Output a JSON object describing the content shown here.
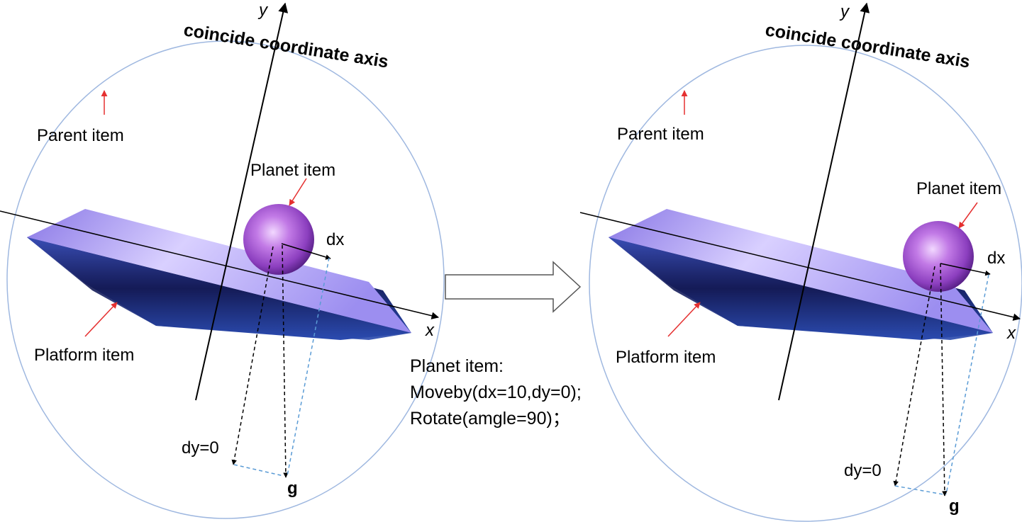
{
  "left_panel": {
    "axis_title": "coincide coordinate axis",
    "y_axis": "y",
    "x_axis": "x",
    "parent_label": "Parent item",
    "planet_label": "Planet item",
    "platform_label": "Platform item",
    "dx_label": "dx",
    "dy_label": "dy=0",
    "g_label": "g"
  },
  "right_panel": {
    "axis_title": "coincide coordinate axis",
    "y_axis": "y",
    "x_axis": "x",
    "parent_label": "Parent item",
    "planet_label": "Planet item",
    "platform_label": "Platform item",
    "dx_label": "dx",
    "dy_label": "dy=0",
    "g_label": "g"
  },
  "transition": {
    "line1": "Planet item:",
    "line2": "Moveby(dx=10,dy=0);",
    "line3": "Rotate(amgle=90)；"
  },
  "colors": {
    "ellipse": "#9fb8e0",
    "red_arrow": "#e53030",
    "dashed_blue": "#5a9bd5",
    "platform_top": "#a99af0",
    "platform_dark": "#1a1f6a",
    "planet": "#9b4fc9"
  }
}
